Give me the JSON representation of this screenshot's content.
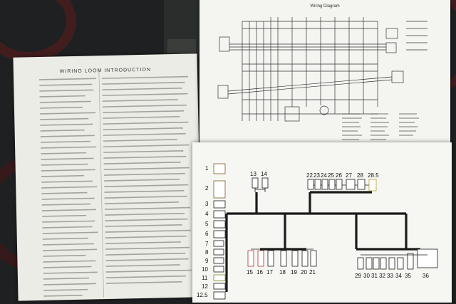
{
  "photo": {
    "description_labels": {
      "left_sheet_title": "WIRING LOOM INTRODUCTION",
      "top_sheet_title": "Wiring Diagram"
    },
    "connector_labels_left": [
      "1",
      "2",
      "3",
      "4",
      "5",
      "6",
      "7",
      "8",
      "9",
      "10",
      "11",
      "12",
      "12.5"
    ],
    "connector_labels_top_left": [
      "13",
      "14"
    ],
    "connector_labels_top_right": [
      "22",
      "23",
      "24",
      "25",
      "26",
      "27",
      "28",
      "28.5"
    ],
    "connector_labels_bottom_mid": [
      "15",
      "16",
      "17",
      "18",
      "19",
      "20",
      "21"
    ],
    "connector_labels_bottom_right": [
      "29",
      "30",
      "31",
      "32",
      "33",
      "34",
      "35",
      "36"
    ],
    "colors": {
      "background": "#1e2022",
      "paper": "#f2f2ee",
      "wire": "#222222"
    }
  }
}
